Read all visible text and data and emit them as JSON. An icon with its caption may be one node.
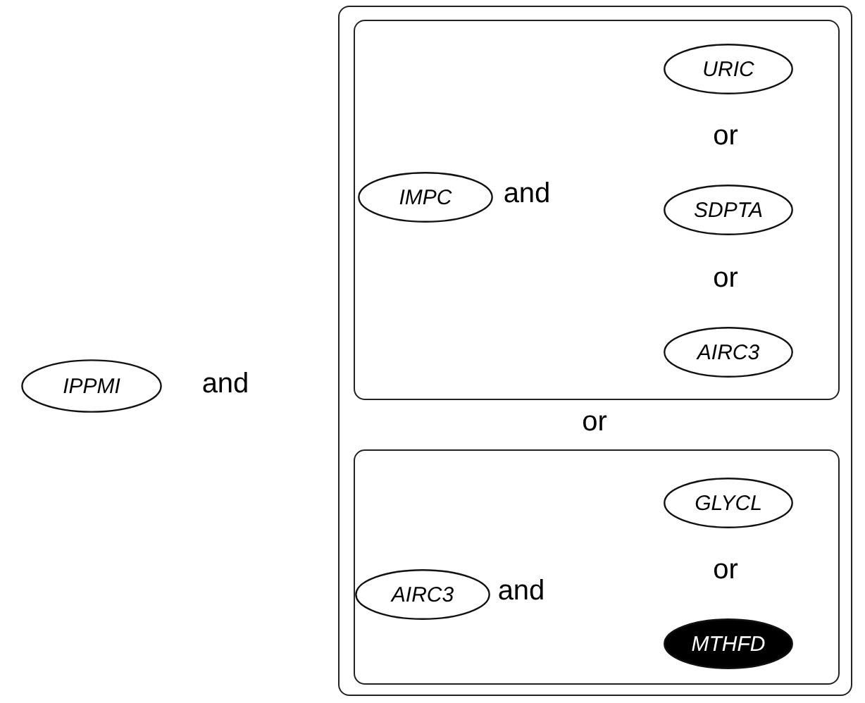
{
  "diagram": {
    "nodes": [
      {
        "text": [
          "IPPMI"
        ]
      },
      {
        "text": [],
        "shape": "box"
      },
      {
        "text": [],
        "shape": "box",
        "in": 1
      },
      {
        "text": [
          "IMPC"
        ],
        "in": 2
      },
      {
        "text": [
          "URIC"
        ],
        "in": 2
      },
      {
        "text": [
          "SDPTA"
        ],
        "in": 2
      },
      {
        "text": [
          "AIRC3"
        ],
        "in": 2
      },
      {
        "text": [],
        "shape": "box",
        "in": 1
      },
      {
        "text": [
          "AIRC3"
        ],
        "in": 7
      },
      {
        "text": [
          "GLYCL"
        ],
        "in": 7
      },
      {
        "text": [
          "MTHFD"
        ],
        "in": 7
      }
    ],
    "edges": [],
    "labels": [
      "and",
      "or",
      "or",
      "and",
      "or",
      "and",
      "or"
    ]
  }
}
